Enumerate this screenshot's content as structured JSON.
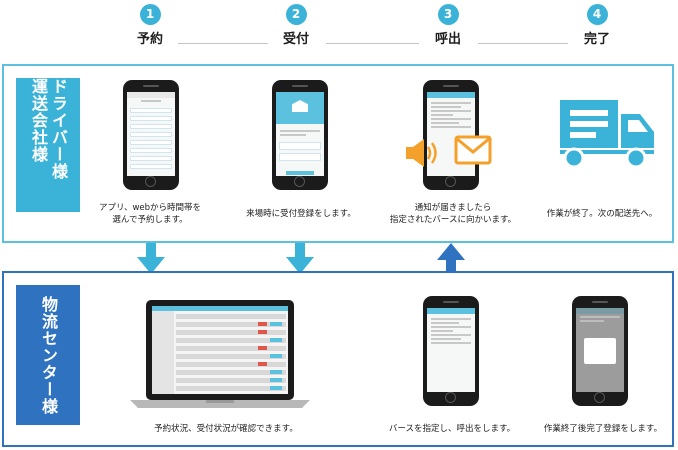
{
  "steps": [
    {
      "num": "1",
      "label": "予約"
    },
    {
      "num": "2",
      "label": "受付"
    },
    {
      "num": "3",
      "label": "呼出"
    },
    {
      "num": "4",
      "label": "完了"
    }
  ],
  "driver_panel": {
    "label_cols": [
      "ドライバー様",
      "運送会社様"
    ],
    "captions": {
      "reserve_line1": "アプリ、webから時間帯を",
      "reserve_line2": "選んで予約します。",
      "checkin": "来場時に受付登録をします。",
      "call_line1": "通知が届きましたら",
      "call_line2": "指定されたバースに向かいます。",
      "done": "作業が終了。次の配送先へ。"
    }
  },
  "center_panel": {
    "label": "物流センター様",
    "captions": {
      "confirm": "予約状況、受付状況が確認できます。",
      "assign": "バースを指定し、呼出をします。",
      "complete": "作業終了後完了登録をします。"
    }
  },
  "colors": {
    "light_blue": "#3bb3d8",
    "dark_blue": "#2f73c0",
    "notify_orange": "#f4a12c"
  }
}
